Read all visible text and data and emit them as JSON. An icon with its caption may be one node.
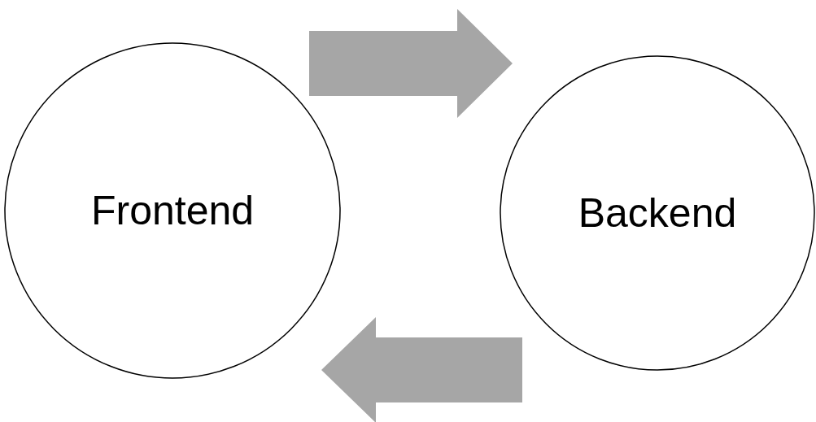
{
  "diagram": {
    "nodes": [
      {
        "text": [
          "Frontend"
        ]
      },
      {
        "text": [
          "Backend"
        ]
      }
    ],
    "edges": [
      {
        "from": 0,
        "to": 1,
        "arrow": "to",
        "style": "thick"
      },
      {
        "from": 1,
        "to": 0,
        "arrow": "to",
        "style": "thick"
      }
    ]
  }
}
